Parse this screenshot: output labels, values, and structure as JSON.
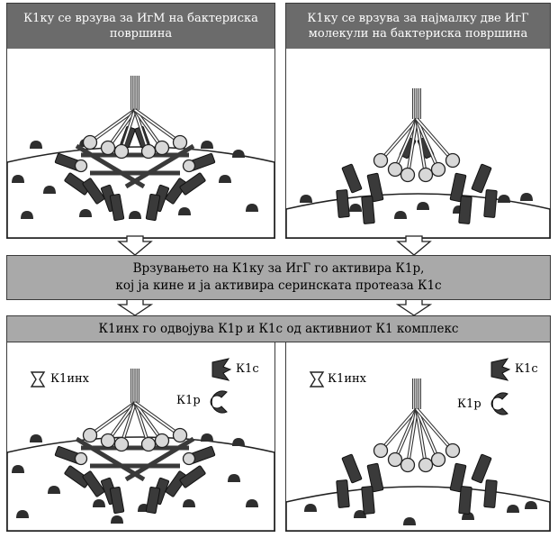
{
  "panels": {
    "top_left_title": "К1ку се врзува за ИгМ на бактериска\nповршина",
    "top_right_title": "К1ку се врзува за најмалку две ИгГ\nмолекули на бактериска површина"
  },
  "steps": {
    "step1": "Врзувањето на К1ку за ИгГ го активира К1р,\nкој ја кине и ја активира серинската протеаза К1с",
    "step2": "К1инх го одвојува К1р и К1с од активниот К1 комплекс"
  },
  "labels": {
    "c1inh_left": "К1инх",
    "c1s_left": "К1с",
    "c1r_left": "К1р",
    "c1inh_right": "К1инх",
    "c1s_right": "К1с",
    "c1r_right": "К1р"
  },
  "colors": {
    "header_bg": "#6b6b6b",
    "step_bg": "#a9a9a9",
    "molecule_dark": "#3a3a3a",
    "antigen": "#2e2e2e",
    "head_light": "#d8d8d8"
  }
}
